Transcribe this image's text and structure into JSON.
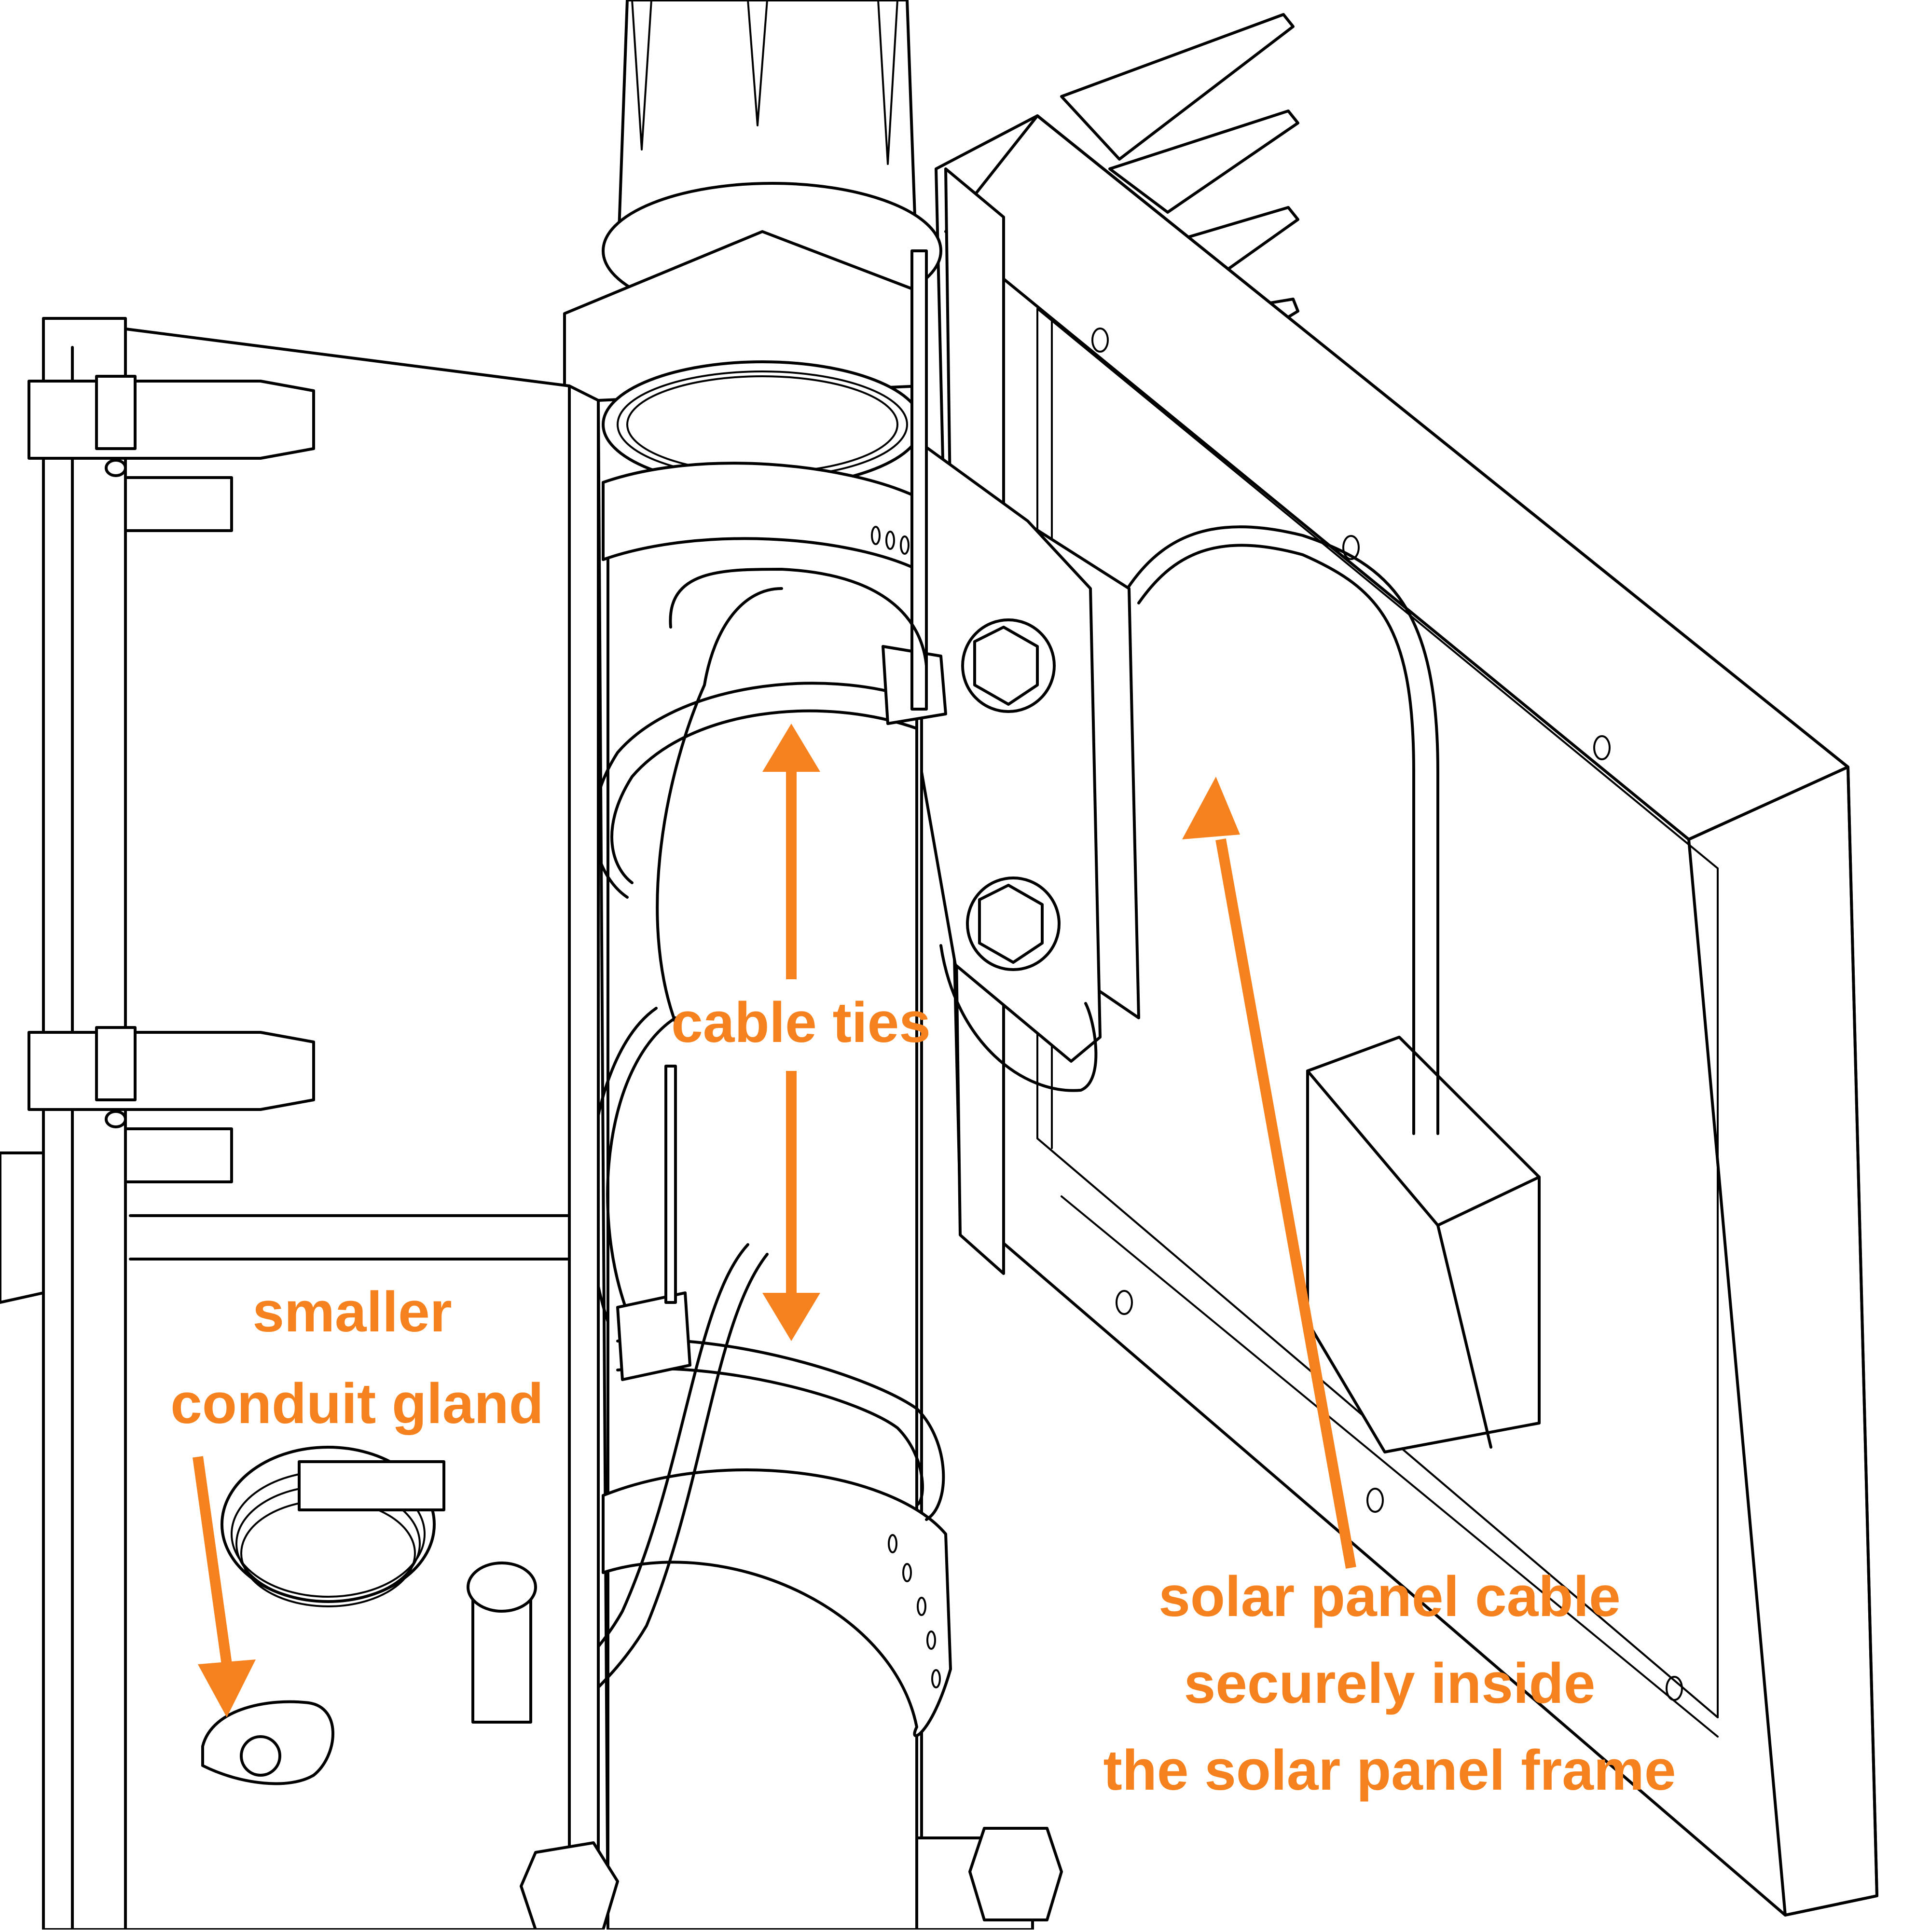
{
  "colors": {
    "annotation": "#F5821F",
    "line": "#000000",
    "background": "#FFFFFF"
  },
  "labels": {
    "cable_ties": "cable ties",
    "conduit_gland_line1": "smaller",
    "conduit_gland_line2": "conduit gland",
    "solar_cable_line1": "solar panel cable",
    "solar_cable_line2": "securely inside",
    "solar_cable_line3": "the solar panel frame"
  }
}
